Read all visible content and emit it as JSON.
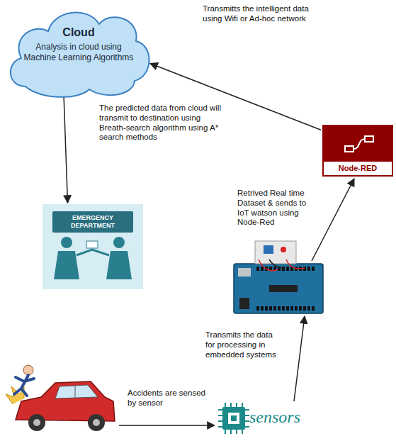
{
  "diagram": {
    "nodes": [
      {
        "text": [
          "Cloud",
          "Analysis in cloud using Machine Learning Algorithms"
        ]
      },
      {
        "text": [
          "Node-RED"
        ]
      },
      {
        "text": [
          "EMERGENCY DEPARTMENT"
        ]
      },
      {
        "text": [
          "sensors"
        ]
      }
    ],
    "edges": [
      {
        "from": 1,
        "to": 0,
        "arrow": "to",
        "label": "Transmitts the intelligent data using Wifi or Ad-hoc network"
      },
      {
        "from": 0,
        "to": 2,
        "arrow": "to",
        "label": "The predicted data from cloud will transmit to destination using Breath-search algorithm using A* search methods"
      }
    ],
    "labels": [
      "Retrived Real time Dataset & sends to IoT watson using Node-Red",
      "Transmits the data for processing in embedded systems",
      "Accidents are sensed by sensor"
    ]
  }
}
